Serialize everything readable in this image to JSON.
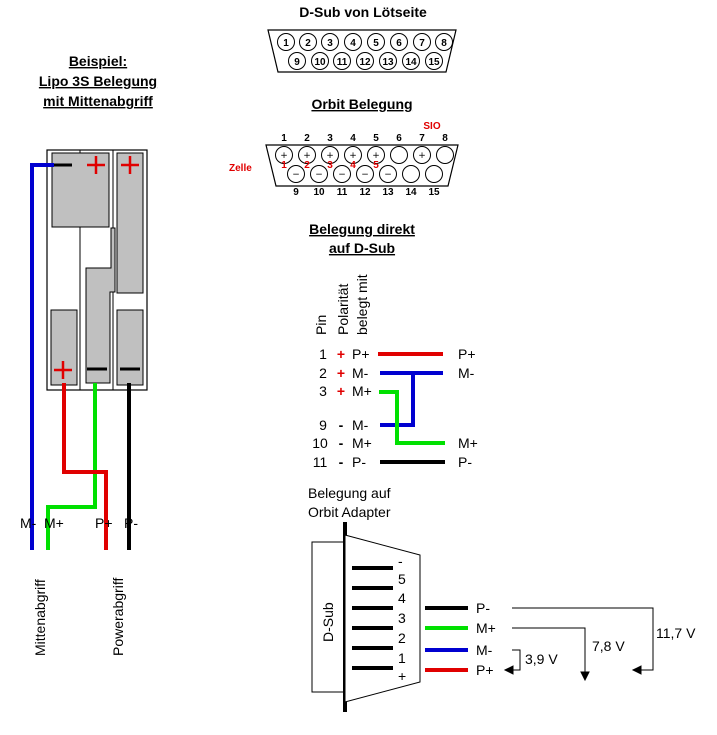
{
  "dsub_title": "D-Sub von Lötseite",
  "dsub_top_pins": [
    "1",
    "2",
    "3",
    "4",
    "5",
    "6",
    "7",
    "8"
  ],
  "dsub_bottom_pins": [
    "9",
    "10",
    "11",
    "12",
    "13",
    "14",
    "15"
  ],
  "example": {
    "line1": "Beispiel:",
    "line2": "Lipo 3S Belegung",
    "line3": "mit Mittenabgriff"
  },
  "orbit_title": "Orbit Belegung",
  "orbit_top_nums": [
    "1",
    "2",
    "3",
    "4",
    "5",
    "6",
    "7",
    "8"
  ],
  "orbit_bottom_nums": [
    "9",
    "10",
    "11",
    "12",
    "13",
    "14",
    "15"
  ],
  "orbit_sio": "SIO",
  "orbit_zelle": "Zelle",
  "orbit_cell_nums": [
    "1",
    "2",
    "3",
    "4",
    "5"
  ],
  "orbit_top_symbols": [
    "+",
    "+",
    "+",
    "+",
    "+",
    "",
    "+",
    ""
  ],
  "orbit_bottom_symbols": [
    "−",
    "−",
    "−",
    "−",
    "−",
    "",
    ""
  ],
  "direct": {
    "title1": "Belegung direkt",
    "title2": "auf D-Sub",
    "col_pin": "Pin",
    "col_pol": "Polarität",
    "col_bel": "belegt mit",
    "rows": [
      {
        "pin": "1",
        "pol": "+",
        "bel": "P+",
        "out": "P+"
      },
      {
        "pin": "2",
        "pol": "+",
        "bel": "M-",
        "out": "M-"
      },
      {
        "pin": "3",
        "pol": "+",
        "bel": "M+",
        "out": ""
      },
      {
        "pin": "9",
        "pol": "-",
        "bel": "M-",
        "out": ""
      },
      {
        "pin": "10",
        "pol": "-",
        "bel": "M+",
        "out": "M+"
      },
      {
        "pin": "11",
        "pol": "-",
        "bel": "P-",
        "out": "P-"
      }
    ]
  },
  "adapter": {
    "title1": "Belegung auf",
    "title2": "Orbit Adapter",
    "dsub_label": "D-Sub",
    "pins": [
      "-",
      "5",
      "4",
      "3",
      "2",
      "1",
      "+"
    ],
    "outputs": [
      "P-",
      "M+",
      "M-",
      "P+"
    ],
    "v1": "3,9 V",
    "v2": "7,8 V",
    "v3": "11,7 V"
  },
  "battery": {
    "labels": [
      "M-",
      "M+",
      "P+",
      "P-"
    ],
    "vertical_left": "Mittenabgriff",
    "vertical_right": "Powerabgriff"
  },
  "colors": {
    "red": "#e00000",
    "blue": "#0000d0",
    "green": "#00e000",
    "black": "#000000",
    "gray": "#c0c0c0"
  }
}
